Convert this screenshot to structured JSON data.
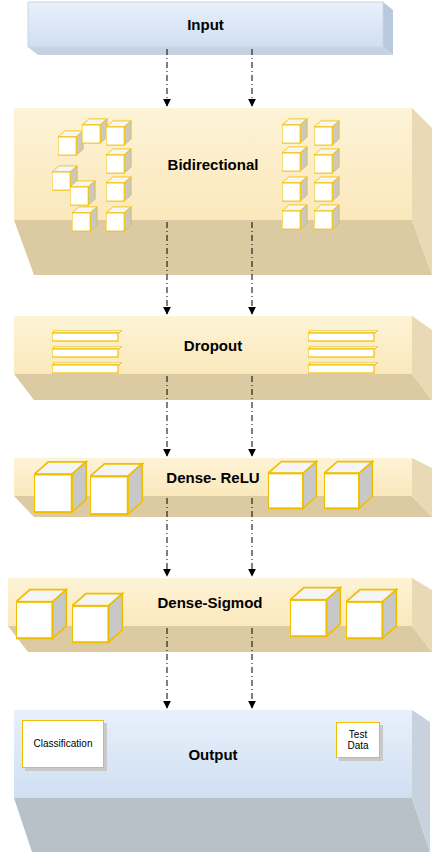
{
  "diagram": {
    "nodes": [
      {
        "text": [
          "Input"
        ]
      },
      {
        "text": [
          "Bidirectional"
        ]
      },
      {
        "text": [
          "Dropout"
        ]
      },
      {
        "text": [
          "Dense- ReLU"
        ]
      },
      {
        "text": [
          "Dense-Sigmod"
        ]
      },
      {
        "text": [
          "Output"
        ]
      },
      {
        "text": [
          "Classification"
        ],
        "in": 5
      },
      {
        "text": [
          "Test Data"
        ],
        "in": 5
      }
    ],
    "edges": [
      {
        "from": 0,
        "to": 1,
        "arrow": "to"
      },
      {
        "from": 0,
        "to": 1,
        "arrow": "to"
      },
      {
        "from": 1,
        "to": 2,
        "arrow": "to"
      },
      {
        "from": 1,
        "to": 2,
        "arrow": "to"
      },
      {
        "from": 2,
        "to": 3,
        "arrow": "to"
      },
      {
        "from": 2,
        "to": 3,
        "arrow": "to"
      },
      {
        "from": 3,
        "to": 4,
        "arrow": "to"
      },
      {
        "from": 3,
        "to": 4,
        "arrow": "to"
      },
      {
        "from": 4,
        "to": 5,
        "arrow": "to"
      },
      {
        "from": 4,
        "to": 5,
        "arrow": "to"
      }
    ]
  }
}
